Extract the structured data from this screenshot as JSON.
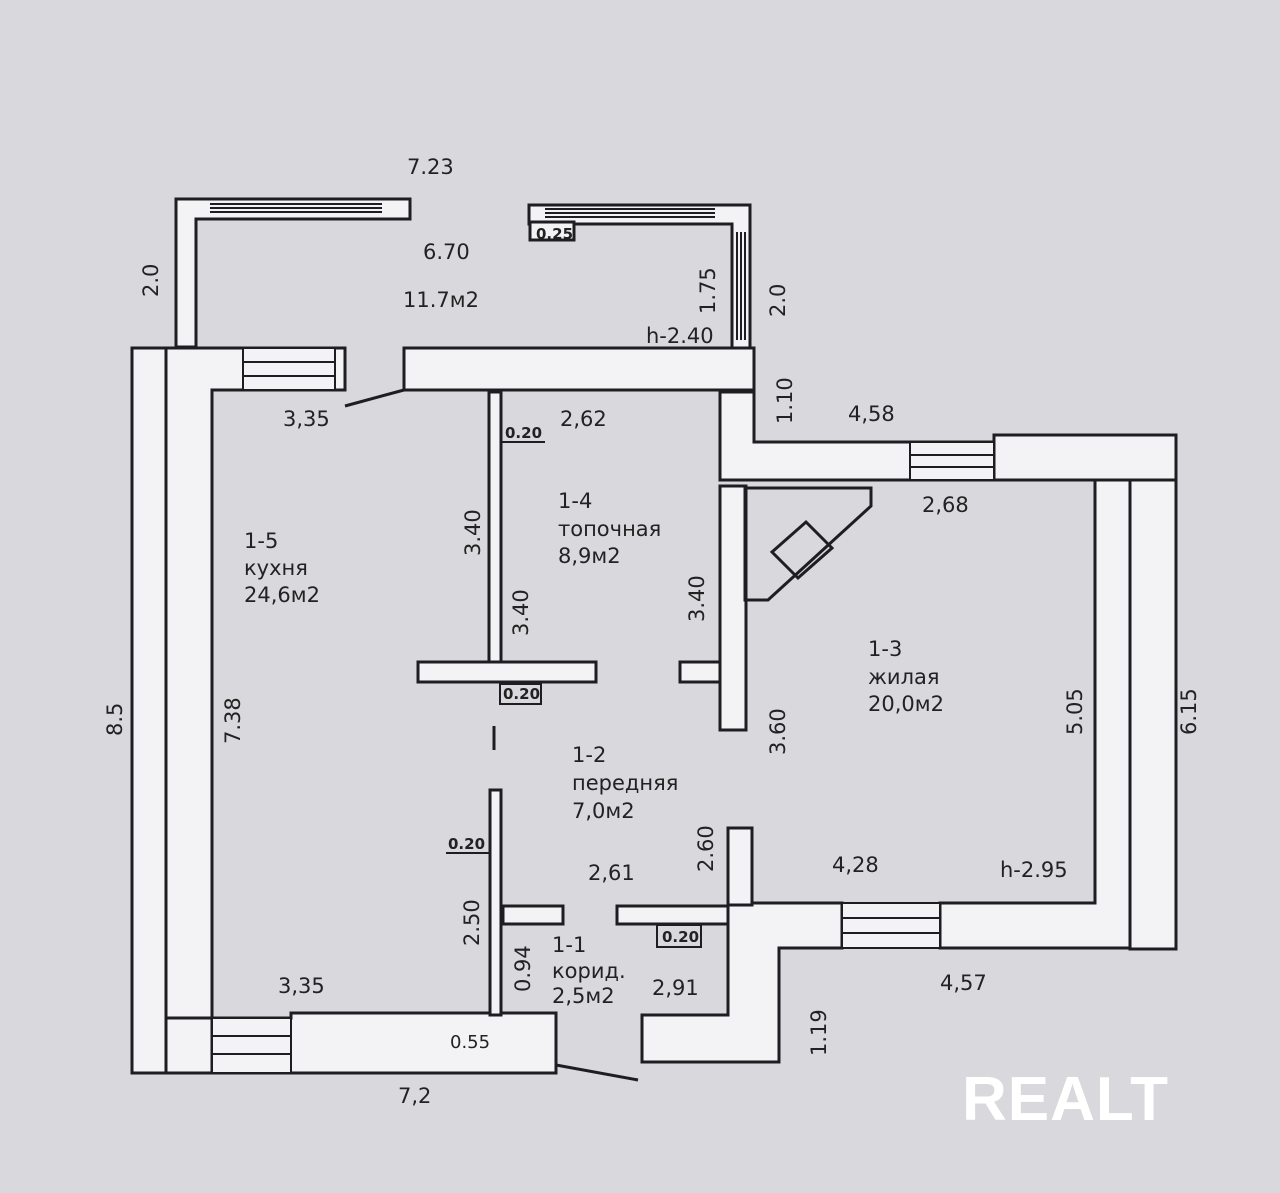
{
  "rooms": {
    "kitchen": {
      "id": "1-5",
      "name": "кухня",
      "area": "24,6м2"
    },
    "furnace": {
      "id": "1-4",
      "name": "топочная",
      "area": "8,9м2"
    },
    "living": {
      "id": "1-3",
      "name": "жилая",
      "area": "20,0м2"
    },
    "hall": {
      "id": "1-2",
      "name": "передняя",
      "area": "7,0м2"
    },
    "corridor": {
      "id": "1-1",
      "name": "корид.",
      "area": "2,5м2"
    },
    "veranda": {
      "area": "11.7м2"
    }
  },
  "heights": {
    "veranda": "h-2.40",
    "house": "h-2.95"
  },
  "dims": {
    "top_total": "7.23",
    "veranda_inner": "6.70",
    "veranda_left": "2.0",
    "veranda_right": "2.0",
    "veranda_1_75": "1.75",
    "wall_0_25": "0.25",
    "kitchen_top": "3,35",
    "furnace_top": "2,62",
    "step_1_10": "1.10",
    "living_outer_top": "4,58",
    "living_inner_top": "2,68",
    "furnace_left_a": "3.40",
    "furnace_left_b": "3.40",
    "furnace_right": "3.40",
    "part_0_20_a": "0.20",
    "part_0_20_b": "0.20",
    "part_0_20_c": "0.20",
    "part_0_20_d": "0.20",
    "kitchen_left_outer": "8.5",
    "kitchen_left_inner": "7.38",
    "hall_3_60": "3.60",
    "living_right_inner": "5.05",
    "living_right_outer": "6.15",
    "hall_2_60": "2.60",
    "hall_width": "2,61",
    "living_bottom_inner": "4,28",
    "corridor_2_50": "2.50",
    "corridor_0_94": "0.94",
    "corridor_width": "2,91",
    "kitchen_bottom": "3,35",
    "wall_0_55": "0.55",
    "bottom_total": "7,2",
    "living_bottom_outer": "4,57",
    "entry_1_19": "1.19"
  },
  "watermark": "REALT"
}
